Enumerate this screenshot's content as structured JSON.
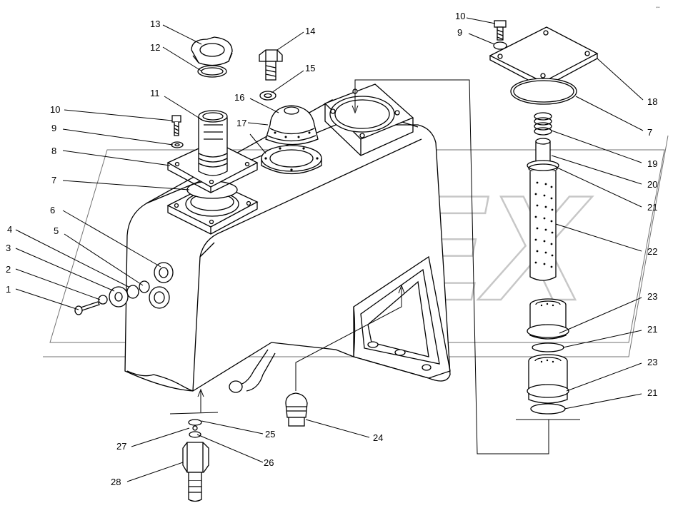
{
  "watermark": "OPEX",
  "corner_mark": "ᵒᵖᵉˣ",
  "callouts": [
    {
      "id": "c1",
      "text": "1"
    },
    {
      "id": "c2",
      "text": "2"
    },
    {
      "id": "c3",
      "text": "3"
    },
    {
      "id": "c4",
      "text": "4"
    },
    {
      "id": "c5",
      "text": "5"
    },
    {
      "id": "c6",
      "text": "6"
    },
    {
      "id": "c7a",
      "text": "7"
    },
    {
      "id": "c8",
      "text": "8"
    },
    {
      "id": "c9a",
      "text": "9"
    },
    {
      "id": "c10a",
      "text": "10"
    },
    {
      "id": "c11",
      "text": "11"
    },
    {
      "id": "c12",
      "text": "12"
    },
    {
      "id": "c13",
      "text": "13"
    },
    {
      "id": "c14",
      "text": "14"
    },
    {
      "id": "c15",
      "text": "15"
    },
    {
      "id": "c16",
      "text": "16"
    },
    {
      "id": "c17",
      "text": "17"
    },
    {
      "id": "c10b",
      "text": "10"
    },
    {
      "id": "c9b",
      "text": "9"
    },
    {
      "id": "c18",
      "text": "18"
    },
    {
      "id": "c7b",
      "text": "7"
    },
    {
      "id": "c19",
      "text": "19"
    },
    {
      "id": "c20",
      "text": "20"
    },
    {
      "id": "c21a",
      "text": "21"
    },
    {
      "id": "c22",
      "text": "22"
    },
    {
      "id": "c23a",
      "text": "23"
    },
    {
      "id": "c21b",
      "text": "21"
    },
    {
      "id": "c23b",
      "text": "23"
    },
    {
      "id": "c21c",
      "text": "21"
    },
    {
      "id": "c24",
      "text": "24"
    },
    {
      "id": "c25",
      "text": "25"
    },
    {
      "id": "c26",
      "text": "26"
    },
    {
      "id": "c27",
      "text": "27"
    },
    {
      "id": "c28",
      "text": "28"
    }
  ]
}
